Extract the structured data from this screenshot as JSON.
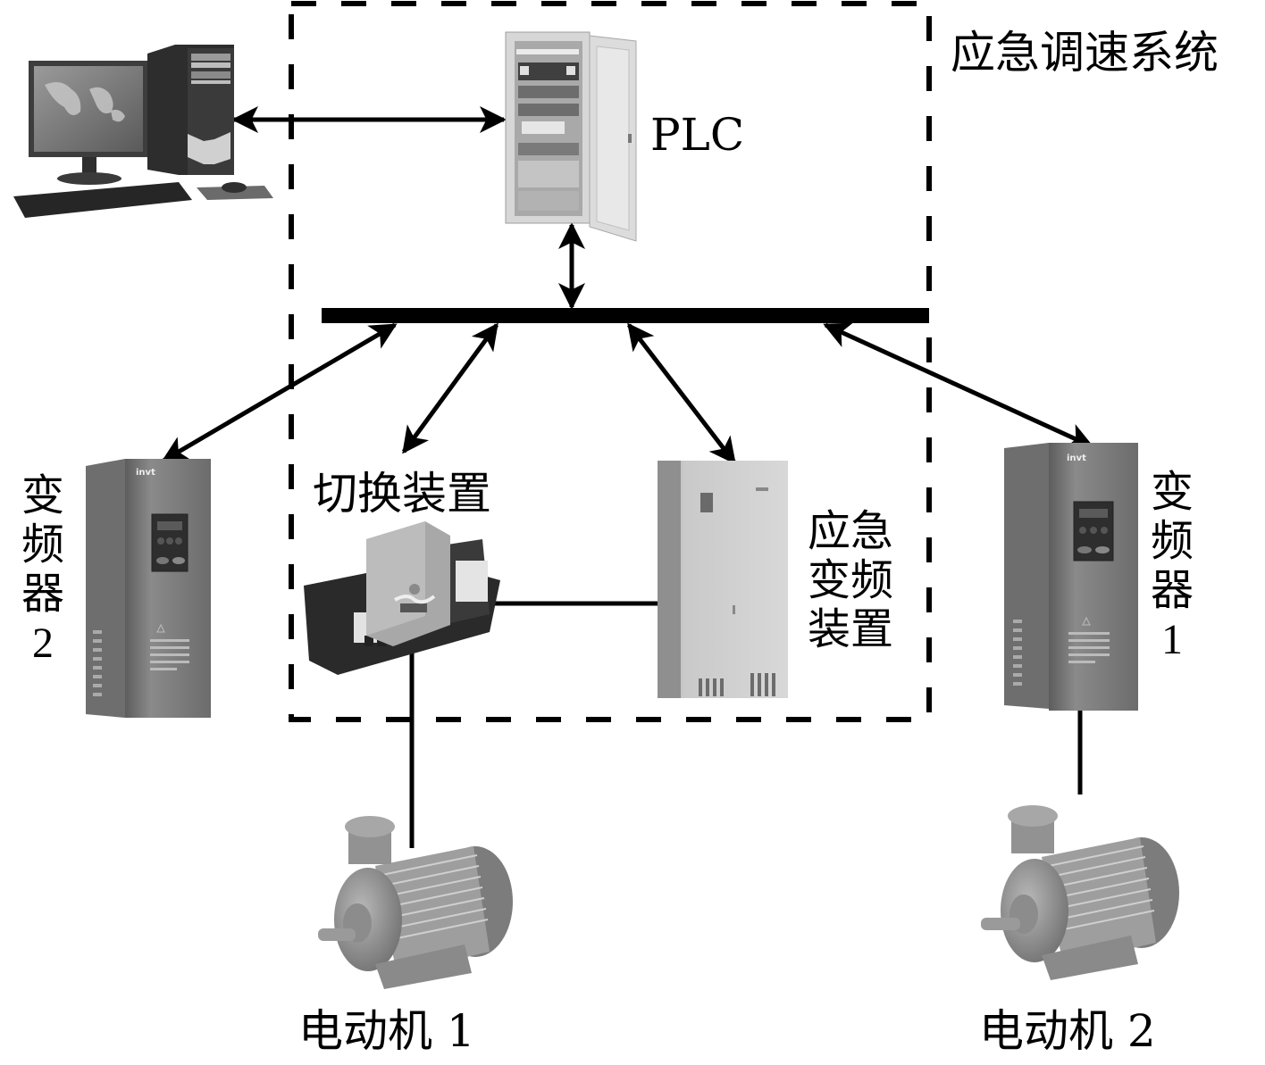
{
  "diagram": {
    "title": "应急调速系统",
    "nodes": {
      "computer": {
        "label": "",
        "icon": "desktop-computer-icon"
      },
      "plc": {
        "label": "PLC",
        "icon": "control-cabinet-icon"
      },
      "bus": {
        "label": "",
        "icon": "communication-bus"
      },
      "vfd2": {
        "label_chars": [
          "变",
          "频",
          "器",
          "2"
        ],
        "icon": "inverter-icon",
        "brand": "invt"
      },
      "vfd1": {
        "label_chars": [
          "变",
          "频",
          "器",
          "1"
        ],
        "icon": "inverter-icon",
        "brand": "invt"
      },
      "switch_device": {
        "label": "切换装置",
        "icon": "transfer-switch-icon"
      },
      "emergency_vfd": {
        "label_chars": [
          "应急",
          "变频",
          "装置"
        ],
        "icon": "cabinet-inverter-icon"
      },
      "motor1": {
        "label": "电动机 1",
        "icon": "motor-icon"
      },
      "motor2": {
        "label": "电动机 2",
        "icon": "motor-icon"
      }
    },
    "edges": [
      {
        "from": "computer",
        "to": "plc",
        "type": "bidirectional-arrow"
      },
      {
        "from": "plc",
        "to": "bus",
        "type": "bidirectional-arrow"
      },
      {
        "from": "bus",
        "to": "vfd2",
        "type": "bidirectional-arrow"
      },
      {
        "from": "bus",
        "to": "switch_device",
        "type": "bidirectional-arrow"
      },
      {
        "from": "bus",
        "to": "emergency_vfd",
        "type": "bidirectional-arrow"
      },
      {
        "from": "bus",
        "to": "vfd1",
        "type": "bidirectional-arrow"
      },
      {
        "from": "switch_device",
        "to": "emergency_vfd",
        "type": "line"
      },
      {
        "from": "switch_device",
        "to": "motor1",
        "type": "line"
      },
      {
        "from": "vfd1",
        "to": "motor2",
        "type": "line"
      }
    ],
    "group": {
      "label": "应急调速系统",
      "members": [
        "plc",
        "bus",
        "switch_device",
        "emergency_vfd"
      ],
      "style": "dashed"
    }
  }
}
